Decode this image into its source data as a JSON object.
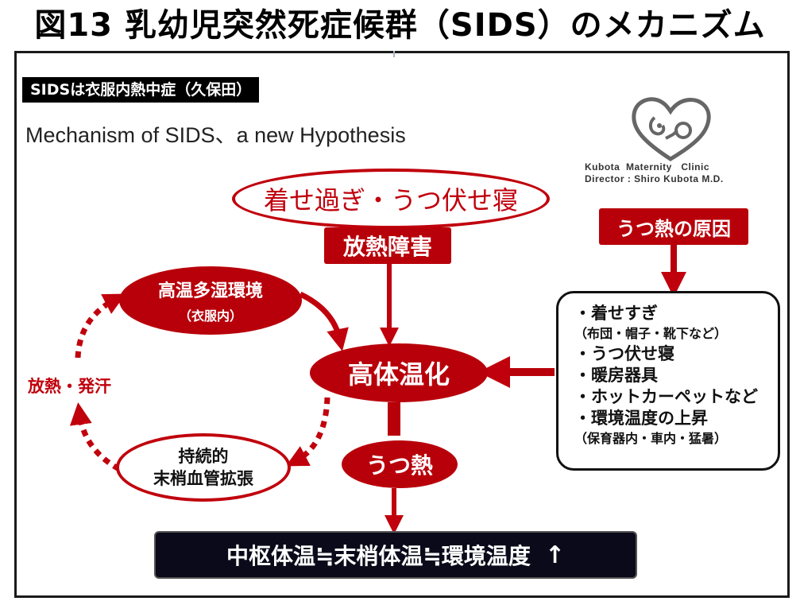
{
  "title": "図13 乳幼児突然死症候群（SIDS）のメカニズム",
  "tag": "SIDSは衣服内熱中症（久保田）",
  "subtitle": "Mechanism  of SIDS、a new Hypothesis",
  "clinic": {
    "line1": "Kubota  Maternity   Clinic",
    "line2": "Director : Shiro Kubota M.D."
  },
  "nodes": {
    "top": "着せ過ぎ・うつ伏せ寝",
    "block": "放熱障害",
    "high_temp": "高体温化",
    "hyperthermia": "うつ熱",
    "env": "高温多湿環境",
    "env_sub": "（衣服内）",
    "vaso_1": "持続的",
    "vaso_2": "末梢血管拡張",
    "cause_header": "うつ熱の原因",
    "side": "放熱・発汗"
  },
  "causes": {
    "item1": "・着せすぎ",
    "item1_note": "（布団・帽子・靴下など）",
    "item2": "・うつ伏せ寝",
    "item3": "・暖房器具",
    "item4": "・ホットカーペットなど",
    "item5": "・環境温度の上昇",
    "item5_note": "（保育器内・車内・猛暑）"
  },
  "bottom": {
    "text": "中枢体温≒末梢体温≒環境温度",
    "arrow": "↑"
  },
  "colors": {
    "accent": "#b8000a",
    "outline": "#c0000c",
    "bar": "#0a0a1a"
  },
  "icons": {
    "logo": "heart-with-baby-icon",
    "up": "up-arrow-icon"
  }
}
